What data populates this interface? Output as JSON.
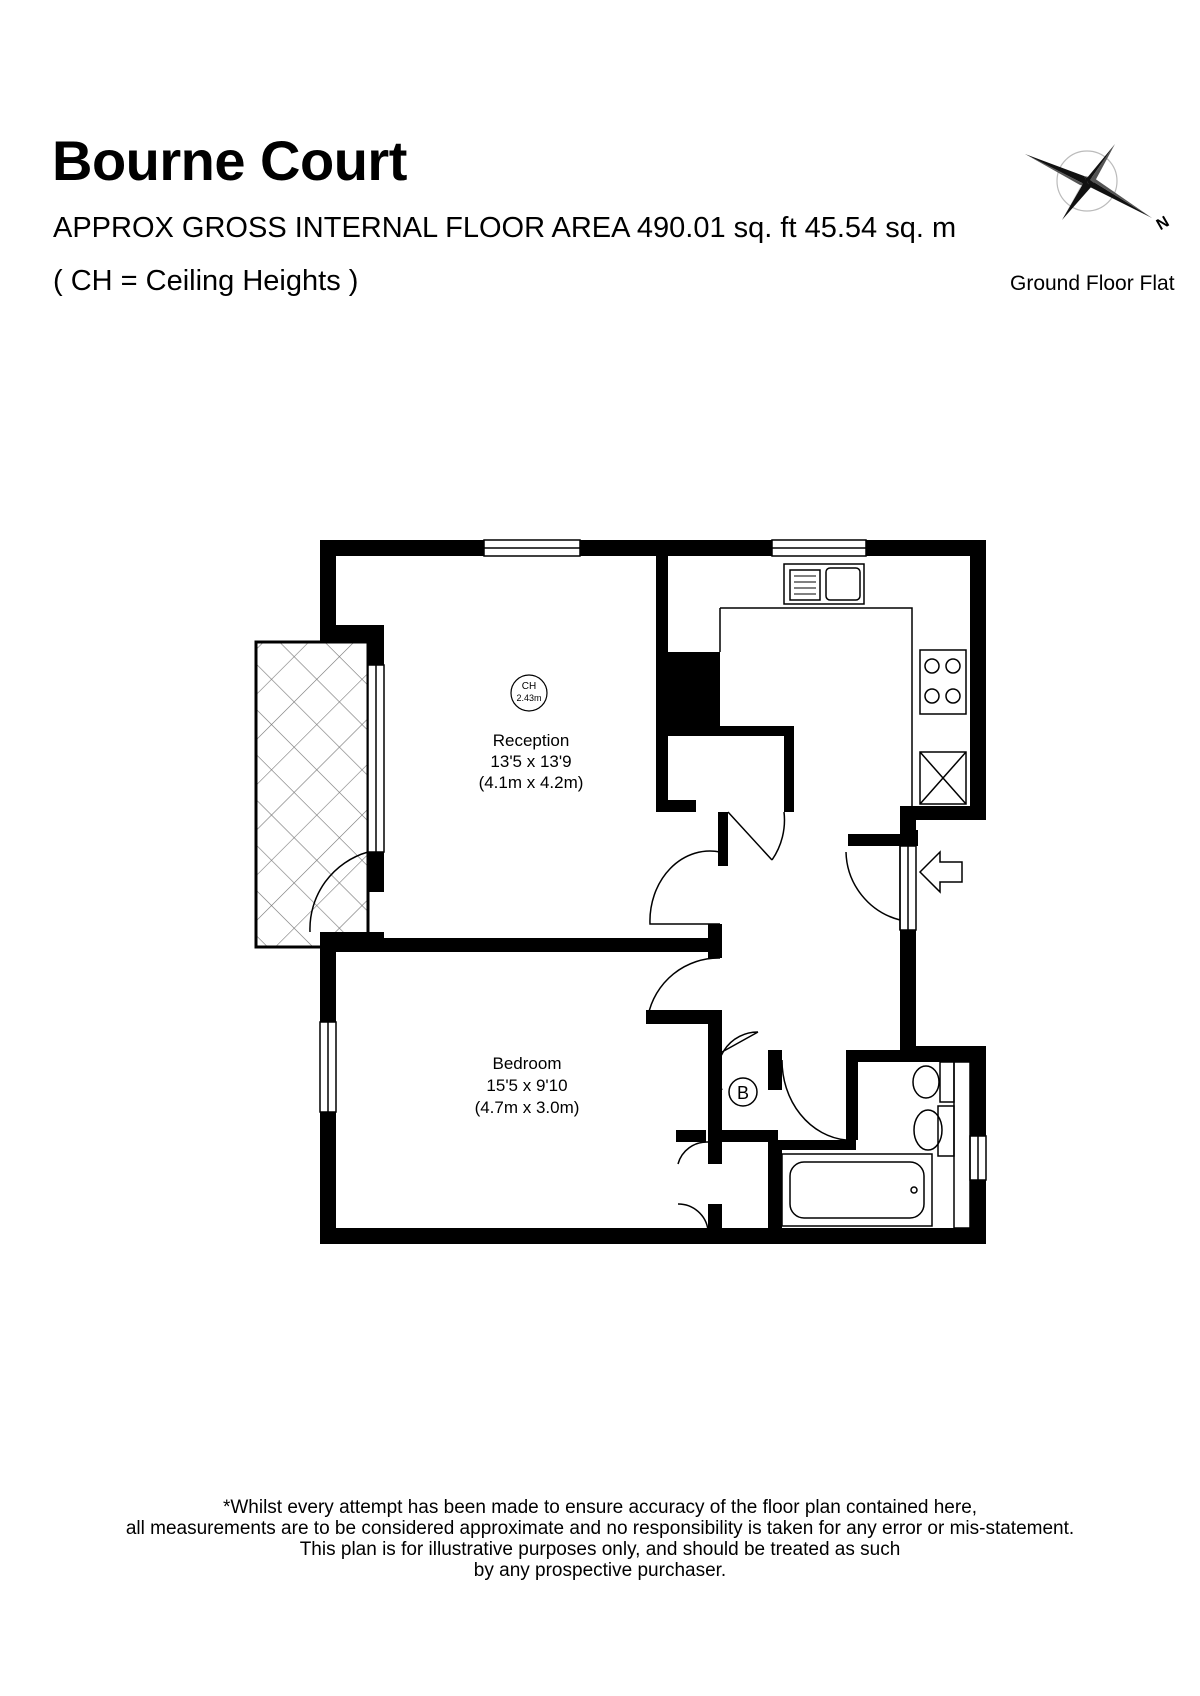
{
  "header": {
    "title": "Bourne Court",
    "area": "APPROX GROSS INTERNAL FLOOR AREA 490.01 sq. ft  45.54 sq. m",
    "ch_note": "( CH = Ceiling Heights )",
    "floor_label": "Ground Floor Flat"
  },
  "plan": {
    "reception": {
      "name": "Reception",
      "imperial": "13'5 x 13'9",
      "metric": "(4.1m x 4.2m)",
      "ceiling_label": "CH",
      "ceiling_height": "2.43m"
    },
    "bedroom": {
      "name": "Bedroom",
      "imperial": "15'5 x 9'10",
      "metric": "(4.7m x 3.0m)"
    },
    "boiler_label": "B"
  },
  "compass": {
    "north_label": "N"
  },
  "disclaimer": {
    "lines": [
      "*Whilst every attempt has been made to ensure accuracy of the floor plan contained here,",
      "all measurements are to be considered approximate and no responsibility is taken for any error or mis-statement.",
      "This plan is for illustrative purposes only, and should be treated as such",
      "by any prospective purchaser."
    ]
  }
}
